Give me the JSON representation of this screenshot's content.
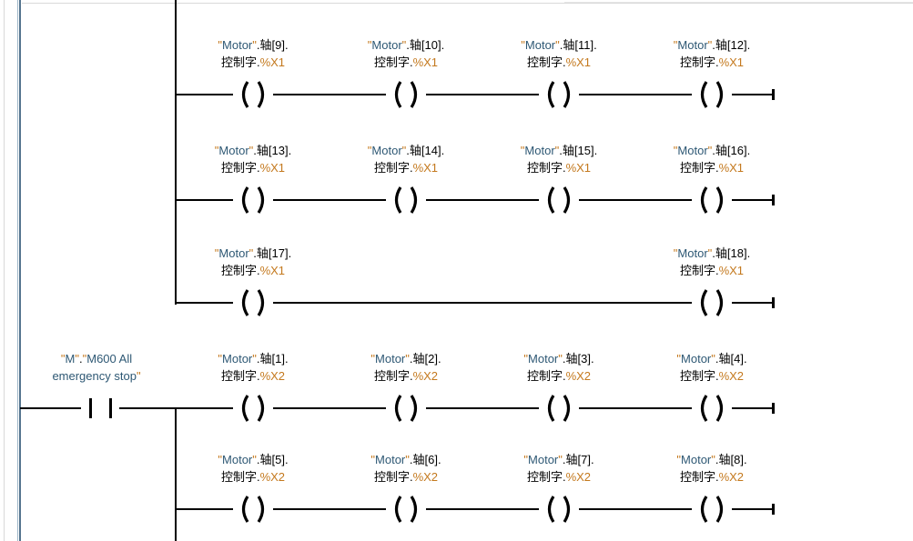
{
  "app": {
    "view": "ladder-logic-network-editor"
  },
  "colors": {
    "accent": "#C4791E",
    "tag_text": "#2E5874",
    "text": "#000000",
    "wire": "#000000",
    "rail_dark": "#54748E",
    "rail_light": "#A0B8CA",
    "hairline": "#D9D9D9"
  },
  "contact": {
    "type": "normally-open-contact",
    "l1": [
      [
        "\"",
        "q"
      ],
      [
        "M",
        "tag"
      ],
      [
        "\"",
        "q"
      ],
      [
        ".",
        "p"
      ],
      [
        "\"",
        "q"
      ],
      [
        "M600 All",
        "tag"
      ]
    ],
    "l2": [
      [
        "emergency stop",
        "tag"
      ],
      [
        "\"",
        "q"
      ]
    ]
  },
  "networks": [
    {
      "bit": "%X1",
      "rows": [
        {
          "cells": [
            {
              "col": 0,
              "l1": [
                [
                  "\"",
                  "q"
                ],
                [
                  "Motor",
                  "tag"
                ],
                [
                  "\"",
                  "q"
                ],
                [
                  ".轴[9].",
                  "p"
                ]
              ],
              "l2": [
                [
                  "控制字.",
                  "p"
                ],
                [
                  "%X1",
                  "bit"
                ]
              ]
            },
            {
              "col": 1,
              "l1": [
                [
                  "\"",
                  "q"
                ],
                [
                  "Motor",
                  "tag"
                ],
                [
                  "\"",
                  "q"
                ],
                [
                  ".轴[10].",
                  "p"
                ]
              ],
              "l2": [
                [
                  "控制字.",
                  "p"
                ],
                [
                  "%X1",
                  "bit"
                ]
              ]
            },
            {
              "col": 2,
              "l1": [
                [
                  "\"",
                  "q"
                ],
                [
                  "Motor",
                  "tag"
                ],
                [
                  "\"",
                  "q"
                ],
                [
                  ".轴[11].",
                  "p"
                ]
              ],
              "l2": [
                [
                  "控制字.",
                  "p"
                ],
                [
                  "%X1",
                  "bit"
                ]
              ]
            },
            {
              "col": 3,
              "l1": [
                [
                  "\"",
                  "q"
                ],
                [
                  "Motor",
                  "tag"
                ],
                [
                  "\"",
                  "q"
                ],
                [
                  ".轴[12].",
                  "p"
                ]
              ],
              "l2": [
                [
                  "控制字.",
                  "p"
                ],
                [
                  "%X1",
                  "bit"
                ]
              ]
            }
          ]
        },
        {
          "cells": [
            {
              "col": 0,
              "l1": [
                [
                  "\"",
                  "q"
                ],
                [
                  "Motor",
                  "tag"
                ],
                [
                  "\"",
                  "q"
                ],
                [
                  ".轴[13].",
                  "p"
                ]
              ],
              "l2": [
                [
                  "控制字.",
                  "p"
                ],
                [
                  "%X1",
                  "bit"
                ]
              ]
            },
            {
              "col": 1,
              "l1": [
                [
                  "\"",
                  "q"
                ],
                [
                  "Motor",
                  "tag"
                ],
                [
                  "\"",
                  "q"
                ],
                [
                  ".轴[14].",
                  "p"
                ]
              ],
              "l2": [
                [
                  "控制字.",
                  "p"
                ],
                [
                  "%X1",
                  "bit"
                ]
              ]
            },
            {
              "col": 2,
              "l1": [
                [
                  "\"",
                  "q"
                ],
                [
                  "Motor",
                  "tag"
                ],
                [
                  "\"",
                  "q"
                ],
                [
                  ".轴[15].",
                  "p"
                ]
              ],
              "l2": [
                [
                  "控制字.",
                  "p"
                ],
                [
                  "%X1",
                  "bit"
                ]
              ]
            },
            {
              "col": 3,
              "l1": [
                [
                  "\"",
                  "q"
                ],
                [
                  "Motor",
                  "tag"
                ],
                [
                  "\"",
                  "q"
                ],
                [
                  ".轴[16].",
                  "p"
                ]
              ],
              "l2": [
                [
                  "控制字.",
                  "p"
                ],
                [
                  "%X1",
                  "bit"
                ]
              ]
            }
          ]
        },
        {
          "cells": [
            {
              "col": 0,
              "l1": [
                [
                  "\"",
                  "q"
                ],
                [
                  "Motor",
                  "tag"
                ],
                [
                  "\"",
                  "q"
                ],
                [
                  ".轴[17].",
                  "p"
                ]
              ],
              "l2": [
                [
                  "控制字.",
                  "p"
                ],
                [
                  "%X1",
                  "bit"
                ]
              ]
            },
            {
              "col": 3,
              "l1": [
                [
                  "\"",
                  "q"
                ],
                [
                  "Motor",
                  "tag"
                ],
                [
                  "\"",
                  "q"
                ],
                [
                  ".轴[18].",
                  "p"
                ]
              ],
              "l2": [
                [
                  "控制字.",
                  "p"
                ],
                [
                  "%X1",
                  "bit"
                ]
              ]
            }
          ]
        }
      ]
    },
    {
      "bit": "%X2",
      "rows": [
        {
          "cells": [
            {
              "col": 0,
              "l1": [
                [
                  "\"",
                  "q"
                ],
                [
                  "Motor",
                  "tag"
                ],
                [
                  "\"",
                  "q"
                ],
                [
                  ".轴[1].",
                  "p"
                ]
              ],
              "l2": [
                [
                  "控制字.",
                  "p"
                ],
                [
                  "%X2",
                  "bit"
                ]
              ]
            },
            {
              "col": 1,
              "l1": [
                [
                  "\"",
                  "q"
                ],
                [
                  "Motor",
                  "tag"
                ],
                [
                  "\"",
                  "q"
                ],
                [
                  ".轴[2].",
                  "p"
                ]
              ],
              "l2": [
                [
                  "控制字.",
                  "p"
                ],
                [
                  "%X2",
                  "bit"
                ]
              ]
            },
            {
              "col": 2,
              "l1": [
                [
                  "\"",
                  "q"
                ],
                [
                  "Motor",
                  "tag"
                ],
                [
                  "\"",
                  "q"
                ],
                [
                  ".轴[3].",
                  "p"
                ]
              ],
              "l2": [
                [
                  "控制字.",
                  "p"
                ],
                [
                  "%X2",
                  "bit"
                ]
              ]
            },
            {
              "col": 3,
              "l1": [
                [
                  "\"",
                  "q"
                ],
                [
                  "Motor",
                  "tag"
                ],
                [
                  "\"",
                  "q"
                ],
                [
                  ".轴[4].",
                  "p"
                ]
              ],
              "l2": [
                [
                  "控制字.",
                  "p"
                ],
                [
                  "%X2",
                  "bit"
                ]
              ]
            }
          ]
        },
        {
          "cells": [
            {
              "col": 0,
              "l1": [
                [
                  "\"",
                  "q"
                ],
                [
                  "Motor",
                  "tag"
                ],
                [
                  "\"",
                  "q"
                ],
                [
                  ".轴[5].",
                  "p"
                ]
              ],
              "l2": [
                [
                  "控制字.",
                  "p"
                ],
                [
                  "%X2",
                  "bit"
                ]
              ]
            },
            {
              "col": 1,
              "l1": [
                [
                  "\"",
                  "q"
                ],
                [
                  "Motor",
                  "tag"
                ],
                [
                  "\"",
                  "q"
                ],
                [
                  ".轴[6].",
                  "p"
                ]
              ],
              "l2": [
                [
                  "控制字.",
                  "p"
                ],
                [
                  "%X2",
                  "bit"
                ]
              ]
            },
            {
              "col": 2,
              "l1": [
                [
                  "\"",
                  "q"
                ],
                [
                  "Motor",
                  "tag"
                ],
                [
                  "\"",
                  "q"
                ],
                [
                  ".轴[7].",
                  "p"
                ]
              ],
              "l2": [
                [
                  "控制字.",
                  "p"
                ],
                [
                  "%X2",
                  "bit"
                ]
              ]
            },
            {
              "col": 3,
              "l1": [
                [
                  "\"",
                  "q"
                ],
                [
                  "Motor",
                  "tag"
                ],
                [
                  "\"",
                  "q"
                ],
                [
                  ".轴[8].",
                  "p"
                ]
              ],
              "l2": [
                [
                  "控制字.",
                  "p"
                ],
                [
                  "%X2",
                  "bit"
                ]
              ]
            }
          ]
        }
      ]
    }
  ]
}
